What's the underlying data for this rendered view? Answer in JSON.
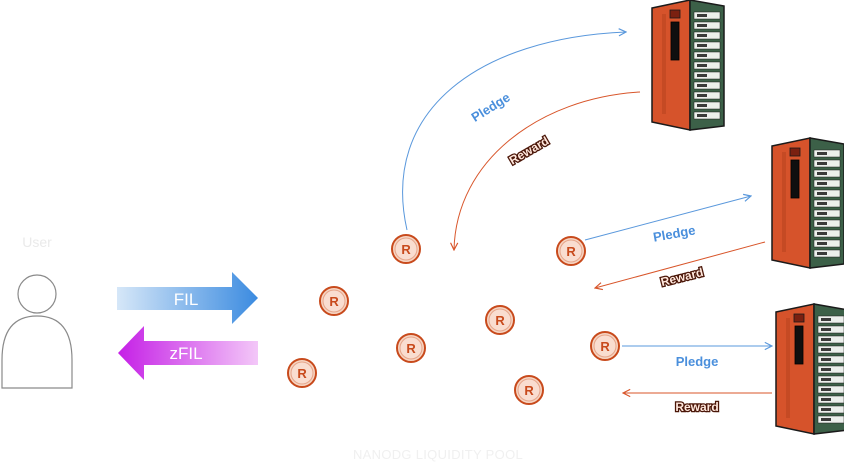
{
  "user": {
    "label": "User"
  },
  "pool": {
    "label": "NANODG LIQUIDITY POOL"
  },
  "flows": {
    "deposit_label": "FIL",
    "withdraw_label": "zFIL"
  },
  "tokens": {
    "symbol": "R",
    "count": 8
  },
  "miners": [
    {
      "pledge_label": "Pledge",
      "reward_label": "Reward"
    },
    {
      "pledge_label": "Pledge",
      "reward_label": "Reward"
    },
    {
      "pledge_label": "Pledge",
      "reward_label": "Reward"
    }
  ],
  "colors": {
    "pledge_line": "#5a98dc",
    "reward_line": "#d8552a",
    "fil_arrow_start": "#d6e7f8",
    "fil_arrow_end": "#3b8be0",
    "zfil_arrow_start": "#f3c7f8",
    "zfil_arrow_end": "#c520e6",
    "server_body": "#d6532b",
    "server_rack": "#355746"
  },
  "icons": [
    "user-icon",
    "server-icon",
    "token-icon"
  ]
}
